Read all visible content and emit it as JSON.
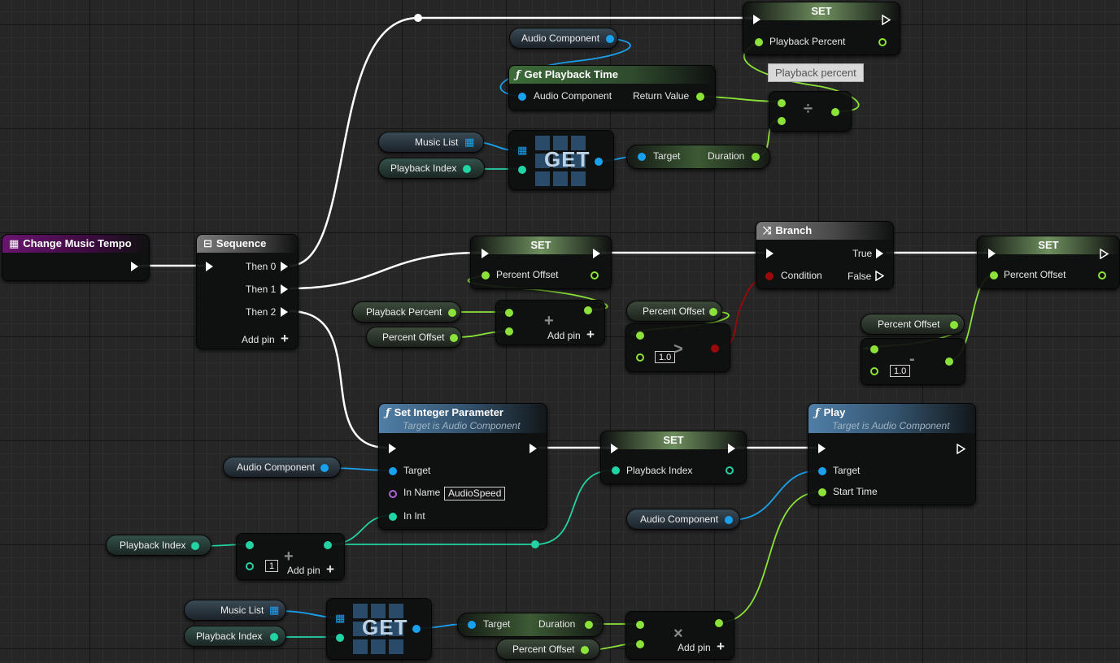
{
  "nodes": {
    "event": {
      "title": "Change Music Tempo"
    },
    "sequence": {
      "title": "Sequence",
      "then0": "Then 0",
      "then1": "Then 1",
      "then2": "Then 2",
      "add_pin": "Add pin"
    },
    "set_top": {
      "title": "SET",
      "pin": "Playback Percent"
    },
    "audio_component_1": {
      "label": "Audio Component"
    },
    "get_playback_time": {
      "title": "Get Playback Time",
      "in": "Audio Component",
      "out": "Return Value"
    },
    "tooltip": {
      "text": "Playback percent"
    },
    "divide": {
      "symbol": "÷"
    },
    "music_list_1": {
      "label": "Music List"
    },
    "playback_index_1": {
      "label": "Playback Index"
    },
    "get_1": {
      "title": "GET"
    },
    "break_1": {
      "target": "Target",
      "duration": "Duration"
    },
    "set_mid": {
      "title": "SET",
      "pin": "Percent Offset"
    },
    "branch": {
      "title": "Branch",
      "true": "True",
      "false": "False",
      "condition": "Condition"
    },
    "set_right": {
      "title": "SET",
      "pin": "Percent Offset"
    },
    "playback_percent_var": {
      "label": "Playback Percent"
    },
    "percent_offset_var_1": {
      "label": "Percent Offset"
    },
    "add_1": {
      "symbol": "+",
      "add_pin": "Add pin"
    },
    "percent_offset_var_2": {
      "label": "Percent Offset"
    },
    "greater": {
      "symbol": ">",
      "value": "1.0"
    },
    "percent_offset_var_3": {
      "label": "Percent Offset"
    },
    "subtract": {
      "symbol": "-",
      "value": "1.0"
    },
    "set_int_param": {
      "title": "Set Integer Parameter",
      "subtitle": "Target is Audio Component",
      "target": "Target",
      "in_name": "In Name",
      "in_name_value": "AudioSpeed",
      "in_int": "In Int"
    },
    "audio_component_2": {
      "label": "Audio Component"
    },
    "set_playback_index": {
      "title": "SET",
      "pin": "Playback Index"
    },
    "play": {
      "title": "Play",
      "subtitle": "Target is Audio Component",
      "target": "Target",
      "start_time": "Start Time"
    },
    "audio_component_3": {
      "label": "Audio Component"
    },
    "playback_index_2": {
      "label": "Playback Index"
    },
    "add_2": {
      "symbol": "+",
      "value": "1",
      "add_pin": "Add pin"
    },
    "music_list_2": {
      "label": "Music List"
    },
    "playback_index_3": {
      "label": "Playback Index"
    },
    "get_2": {
      "title": "GET"
    },
    "break_2": {
      "target": "Target",
      "duration": "Duration"
    },
    "percent_offset_var_4": {
      "label": "Percent Offset"
    },
    "multiply": {
      "symbol": "×",
      "add_pin": "Add pin"
    }
  },
  "colors": {
    "exec": "#ffffff",
    "object": "#1aa1ee",
    "float": "#8be238",
    "integer": "#22d3a3",
    "bool": "#9b0a0a",
    "name": "#a867d6"
  }
}
